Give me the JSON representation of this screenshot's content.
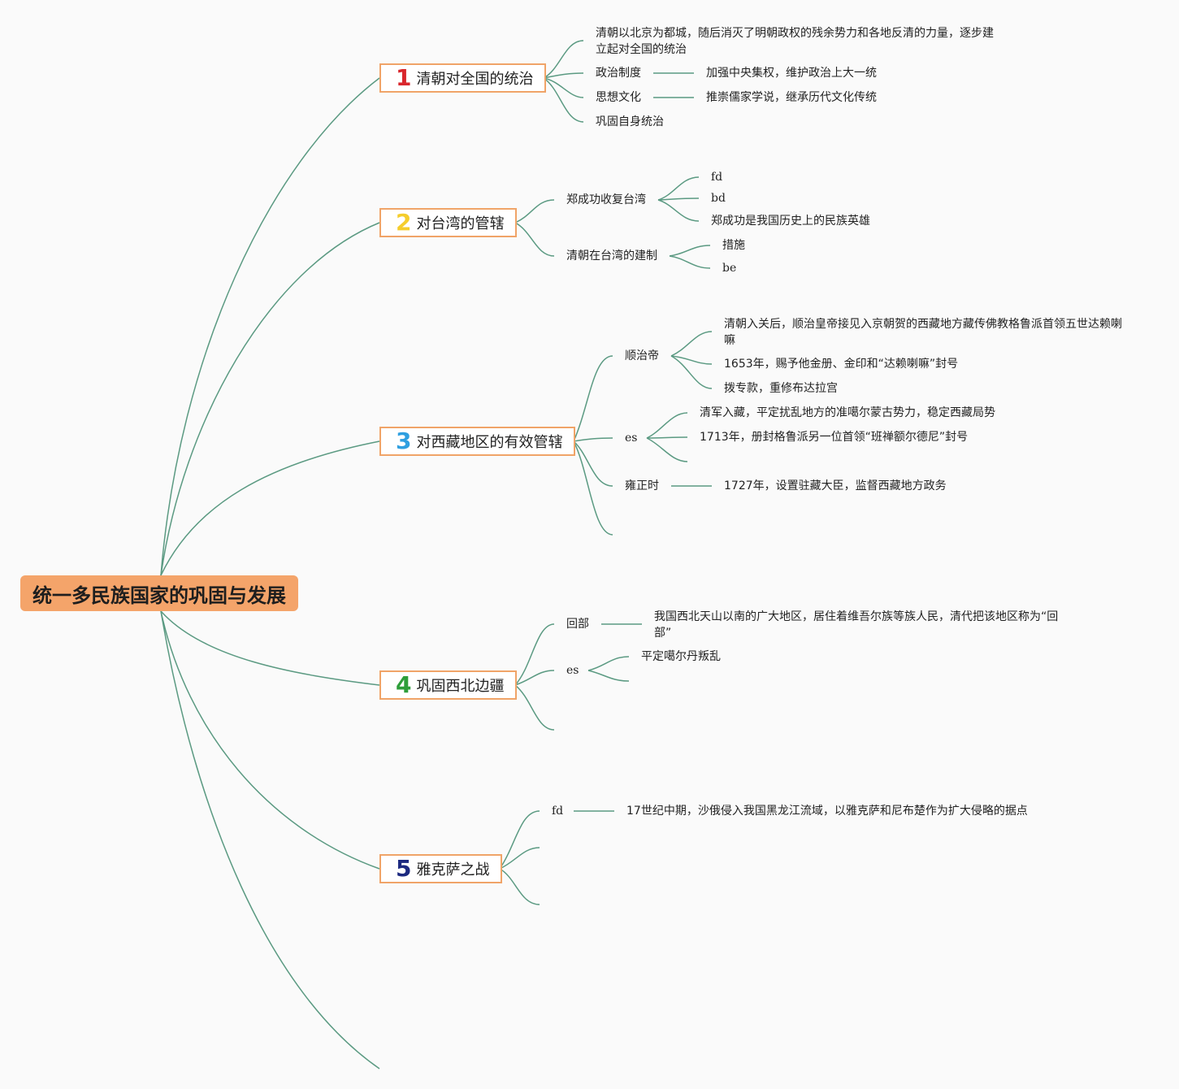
{
  "colors": {
    "line": "#5b9a82",
    "root_fill": "#f4a46a",
    "topic_border": "#f0a468",
    "num1": "#d9262c",
    "num2": "#f5cd2c",
    "num3": "#2f9fe0",
    "num4": "#2e9e3a",
    "num5": "#1d2a80"
  },
  "root": {
    "label": "统一多民族国家的巩固与发展"
  },
  "topics": [
    {
      "num": "1",
      "label": "清朝对全国的统治"
    },
    {
      "num": "2",
      "label": "对台湾的管辖"
    },
    {
      "num": "3",
      "label": "对西藏地区的有效管辖"
    },
    {
      "num": "4",
      "label": "巩固西北边疆"
    },
    {
      "num": "5",
      "label": "雅克萨之战"
    }
  ],
  "t1": {
    "n1": "清朝以北京为都城，随后消灭了明朝政权的残余势力和各地反清的力量，逐步建",
    "n1b": "立起对全国的统治",
    "n2": "政治制度",
    "n2c": "加强中央集权，维护政治上大一统",
    "n3": "思想文化",
    "n3c": "推崇儒家学说，继承历代文化传统",
    "n4": "巩固自身统治"
  },
  "t2": {
    "a": "郑成功收复台湾",
    "a1": "fd",
    "a2": "bd",
    "a3": "郑成功是我国历史上的民族英雄",
    "b": "清朝在台湾的建制",
    "b1": "措施",
    "b2": "be"
  },
  "t3": {
    "a": "顺治帝",
    "a1": "清朝入关后，顺治皇帝接见入京朝贺的西藏地方藏传佛教格鲁派首领五世达赖喇",
    "a1b": "嘛",
    "a2": "1653年，赐予他金册、金印和“达赖喇嘛”封号",
    "a3": "拨专款，重修布达拉宫",
    "b": "es",
    "b1": "清军入藏，平定扰乱地方的准噶尔蒙古势力，稳定西藏局势",
    "b2": "1713年，册封格鲁派另一位首领“班禅额尔德尼”封号",
    "c": "雍正时",
    "c1": "1727年，设置驻藏大臣，监督西藏地方政务"
  },
  "t4": {
    "a": "回部",
    "a1": "我国西北天山以南的广大地区，居住着维吾尔族等族人民，清代把该地区称为“回",
    "a1b": "部”",
    "b": "es",
    "b1": "平定噶尔丹叛乱"
  },
  "t5": {
    "a": "fd",
    "a1": "17世纪中期，沙俄侵入我国黑龙江流域，以雅克萨和尼布楚作为扩大侵略的据点"
  }
}
